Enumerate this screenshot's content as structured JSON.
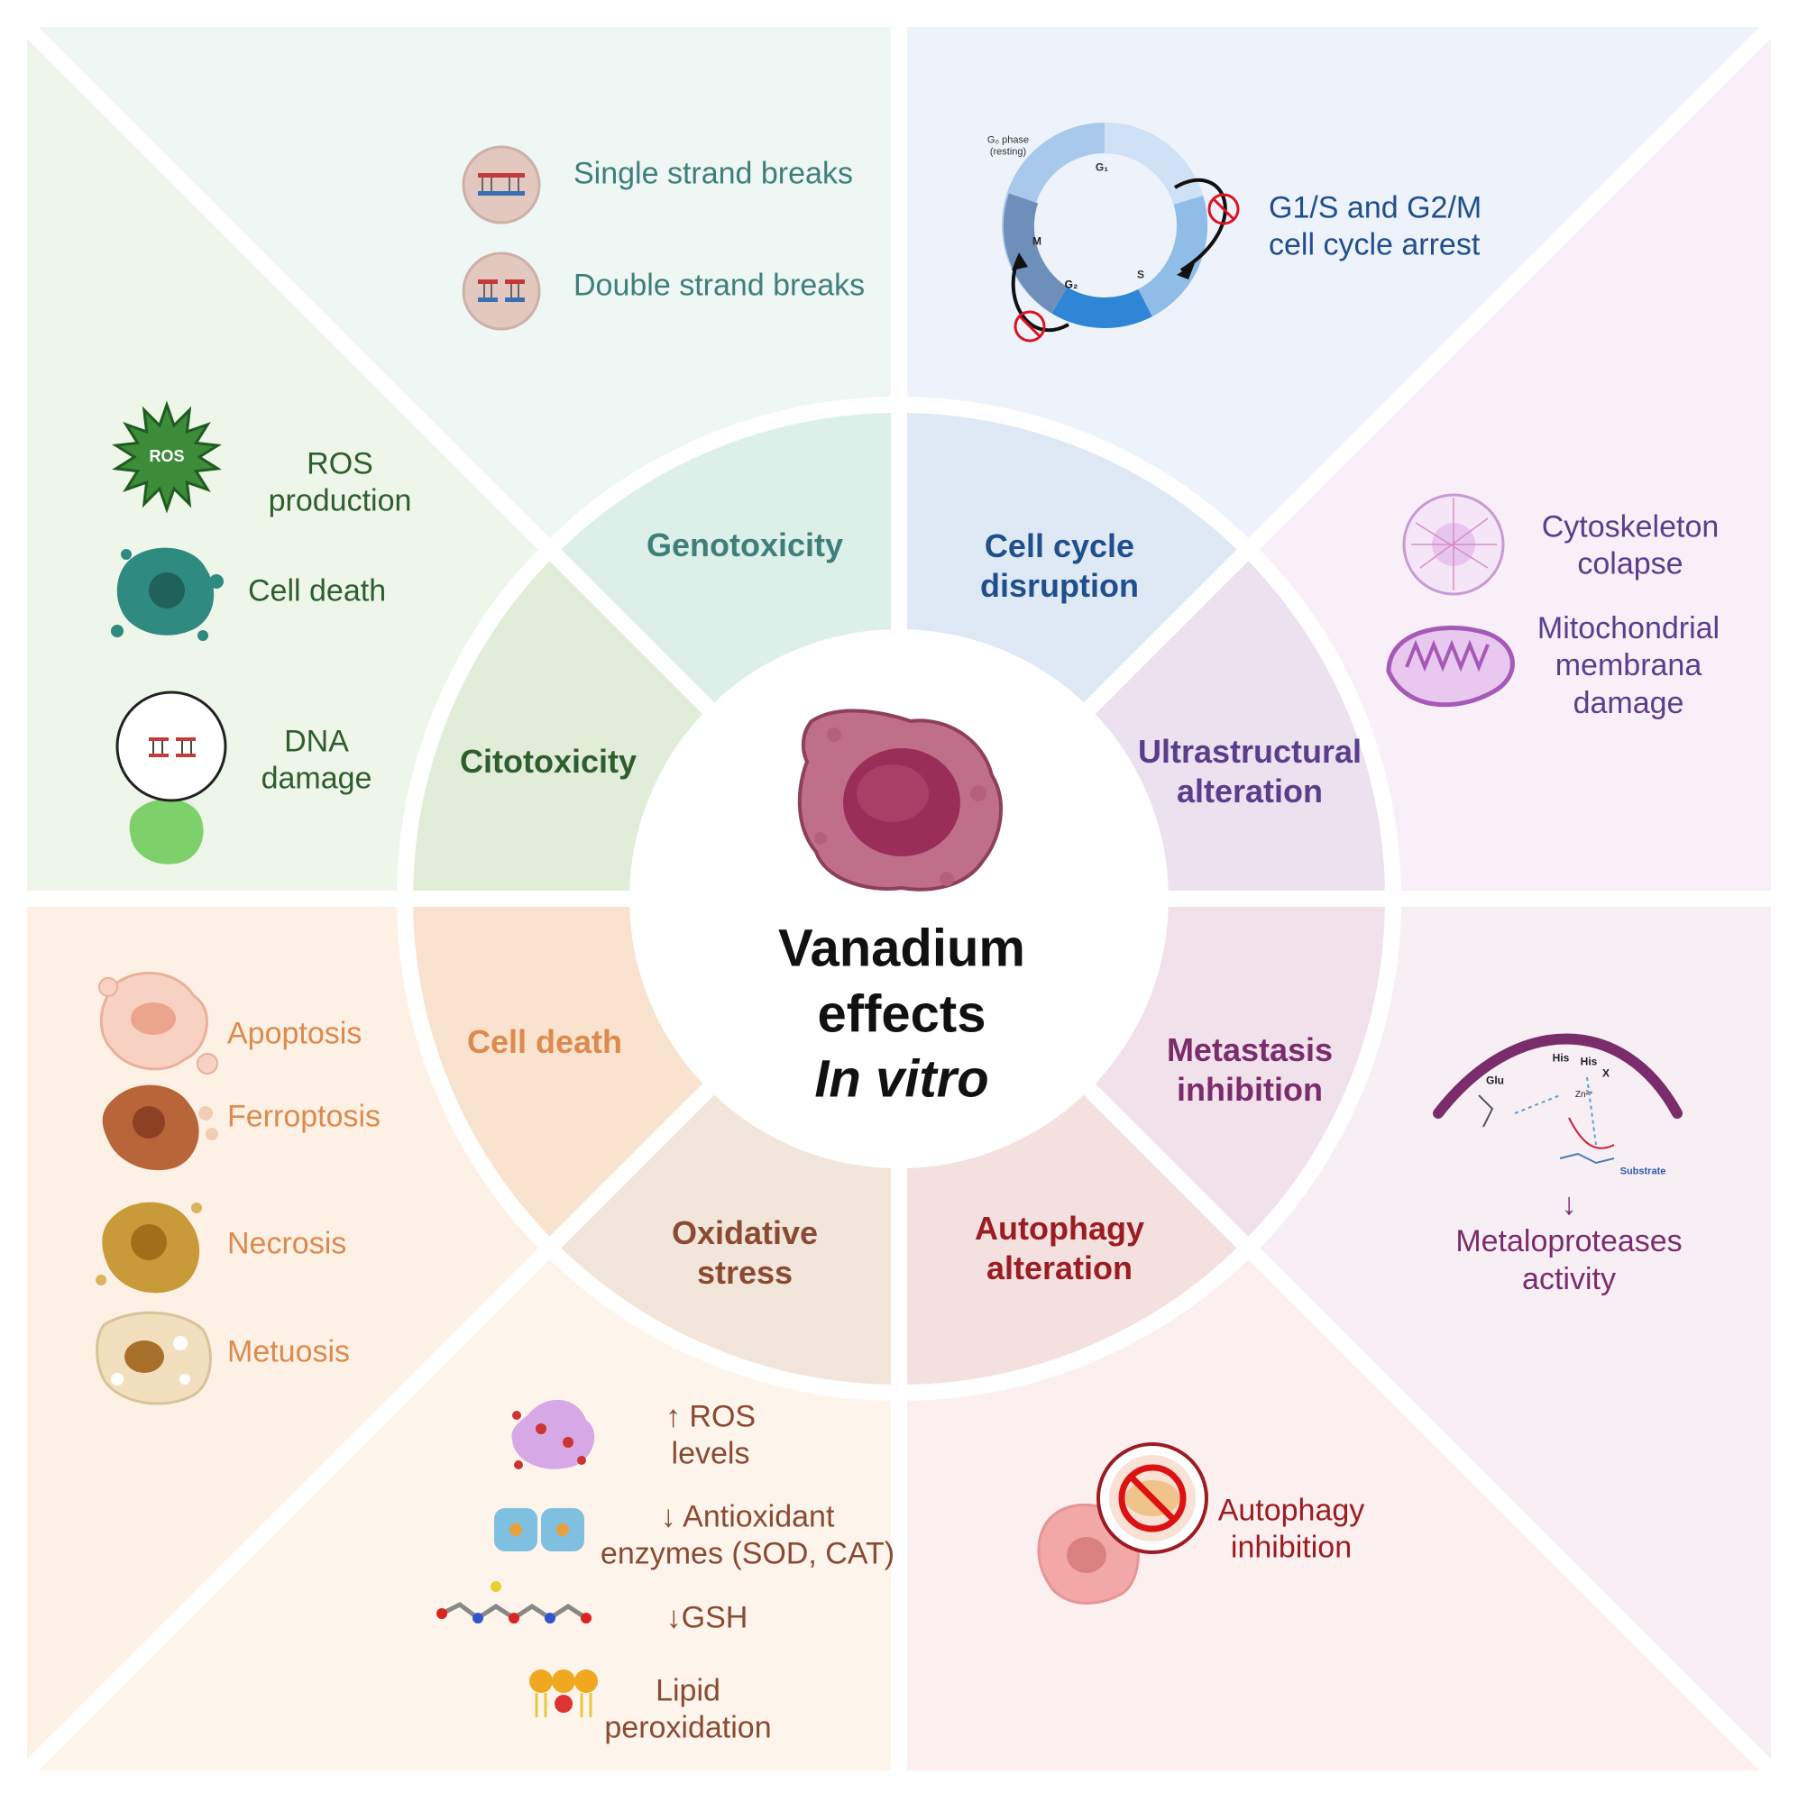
{
  "center": {
    "line1": "Vanadium",
    "line2": "effects",
    "line3": "In vitro"
  },
  "segments": {
    "genotoxicity": "Genotoxicity",
    "cell_cycle": "Cell cycle\ndisruption",
    "ultrastructural": "Ultrastructural\nalteration",
    "metastasis": "Metastasis\ninhibition",
    "autophagy": "Autophagy\nalteration",
    "oxidative": "Oxidative\nstress",
    "cell_death": "Cell death",
    "citotoxicity": "Citotoxicity"
  },
  "genotoxicity_items": {
    "ssb": "Single strand breaks",
    "dsb": "Double strand breaks"
  },
  "cell_cycle_items": {
    "arrest": "G1/S and G2/M\ncell cycle arrest",
    "g0": "G₀ phase\n(resting)",
    "g1": "G₁",
    "s": "S",
    "g2": "G₂",
    "m": "M"
  },
  "ultrastructural_items": {
    "cytoskeleton": "Cytoskeleton\ncolapse",
    "mito": "Mitochondrial\nmembrana\ndamage"
  },
  "metastasis_items": {
    "mmp": "↓ Metaloproteases\nactivity",
    "his1": "His",
    "his2": "His",
    "x": "X",
    "glu": "Glu",
    "zn": "Zn²⁺",
    "substrate": "Substrate"
  },
  "autophagy_items": {
    "inhibition": "Autophagy\ninhibition"
  },
  "oxidative_items": {
    "ros": "↑ ROS\nlevels",
    "antiox": "↓ Antioxidant\nenzymes (SOD, CAT)",
    "gsh": "↓GSH",
    "lipid": "Lipid\nperoxidation"
  },
  "cell_death_items": {
    "apoptosis": "Apoptosis",
    "ferroptosis": "Ferroptosis",
    "necrosis": "Necrosis",
    "metuosis": "Metuosis"
  },
  "citotoxicity_items": {
    "ros_badge": "ROS",
    "ros": "ROS\nproduction",
    "cell_death": "Cell death",
    "dna": "DNA\ndamage"
  },
  "colors": {
    "genotoxicity": "#3f7f7a",
    "cell_cycle": "#1f4f8c",
    "ultrastructural": "#5a3e8c",
    "metastasis": "#7a2c6b",
    "autophagy": "#9b1c22",
    "oxidative": "#8a4a33",
    "cell_death": "#dd8a4e",
    "citotoxicity": "#2f5e2e"
  }
}
